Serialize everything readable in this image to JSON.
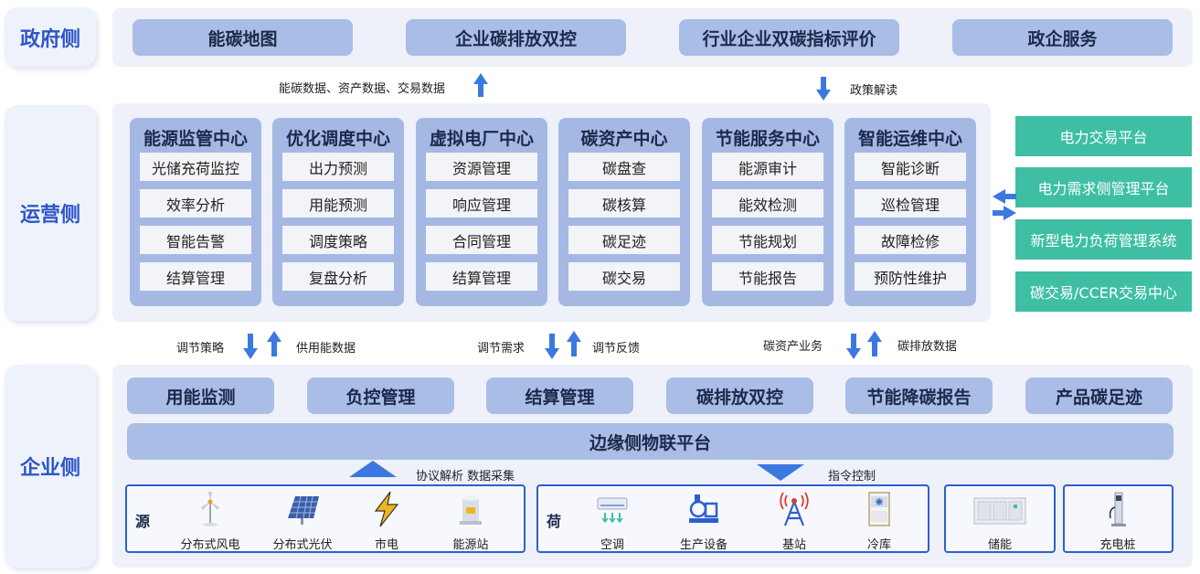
{
  "sides": {
    "gov": "政府侧",
    "ops": "运营侧",
    "ent": "企业侧"
  },
  "gov_items": [
    "能碳地图",
    "企业碳排放双控",
    "行业企业双碳指标评价",
    "政企服务"
  ],
  "gov_flow": {
    "up_label": "能碳数据、资产数据、交易数据",
    "down_label": "政策解读"
  },
  "centers": [
    {
      "title": "能源监管中心",
      "items": [
        "光储充荷监控",
        "效率分析",
        "智能告警",
        "结算管理"
      ]
    },
    {
      "title": "优化调度中心",
      "items": [
        "出力预测",
        "用能预测",
        "调度策略",
        "复盘分析"
      ]
    },
    {
      "title": "虚拟电厂中心",
      "items": [
        "资源管理",
        "响应管理",
        "合同管理",
        "结算管理"
      ]
    },
    {
      "title": "碳资产中心",
      "items": [
        "碳盘查",
        "碳核算",
        "碳足迹",
        "碳交易"
      ]
    },
    {
      "title": "节能服务中心",
      "items": [
        "能源审计",
        "能效检测",
        "节能规划",
        "节能报告"
      ]
    },
    {
      "title": "智能运维中心",
      "items": [
        "智能诊断",
        "巡检管理",
        "故障检修",
        "预防性维护"
      ]
    }
  ],
  "platforms": [
    "电力交易平台",
    "电力需求侧管理平台",
    "新型电力负荷管理系统",
    "碳交易/CCER交易中心"
  ],
  "ops_flow": {
    "a_down": "调节策略",
    "a_up": "供用能数据",
    "b_down": "调节需求",
    "b_up": "调节反馈",
    "c_down": "碳资产业务",
    "c_up": "碳排放数据"
  },
  "ent_items": [
    "用能监测",
    "负控管理",
    "结算管理",
    "碳排放双控",
    "节能降碳报告",
    "产品碳足迹"
  ],
  "edge_platform": "边缘侧物联平台",
  "edge_flow": {
    "up_label": "协议解析 数据采集",
    "down_label": "指令控制"
  },
  "source_group": {
    "label": "源",
    "devices": [
      {
        "name": "分布式风电",
        "icon": "wind-turbine-icon"
      },
      {
        "name": "分布式光伏",
        "icon": "solar-panel-icon"
      },
      {
        "name": "市电",
        "icon": "lightning-icon"
      },
      {
        "name": "能源站",
        "icon": "energy-station-icon"
      }
    ]
  },
  "load_group": {
    "label": "荷",
    "devices": [
      {
        "name": "空调",
        "icon": "air-conditioner-icon"
      },
      {
        "name": "生产设备",
        "icon": "production-equipment-icon"
      },
      {
        "name": "基站",
        "icon": "base-station-icon"
      },
      {
        "name": "冷库",
        "icon": "cold-storage-icon"
      }
    ]
  },
  "storage": {
    "name": "储能",
    "icon": "energy-storage-icon"
  },
  "charger": {
    "name": "充电桩",
    "icon": "charging-pile-icon"
  },
  "colors": {
    "accent_blue": "#2d56c8",
    "pill": "#a9bde6",
    "panel": "#eef1f9",
    "green": "#3ebfa3"
  }
}
